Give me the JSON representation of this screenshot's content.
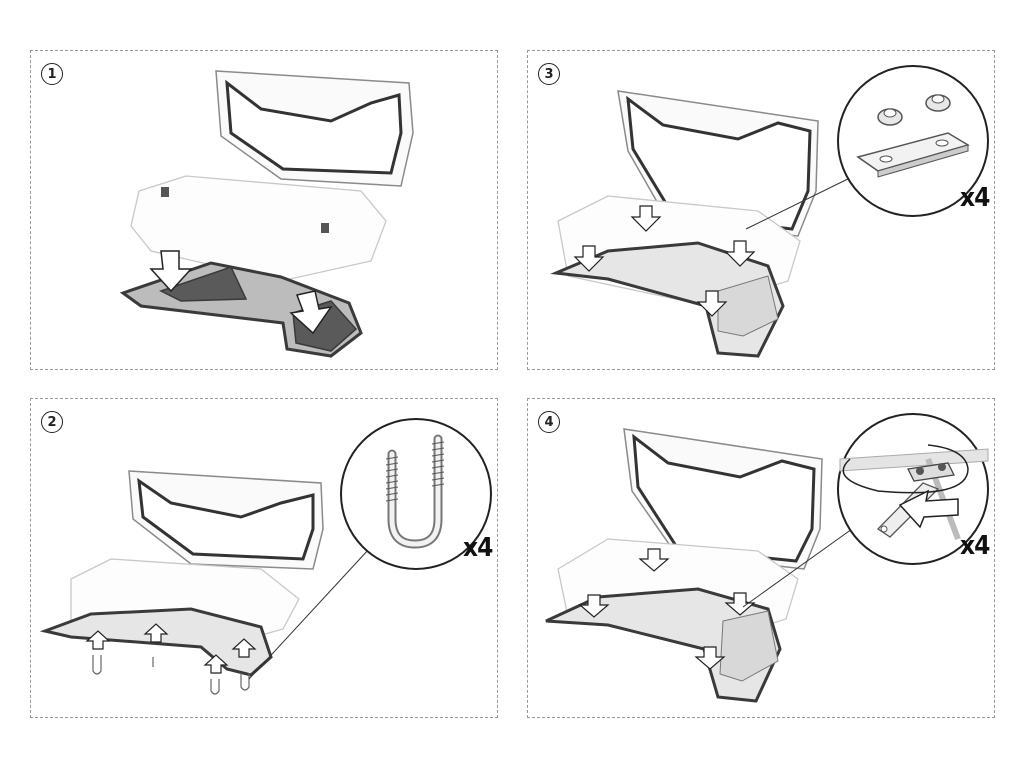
{
  "steps": [
    {
      "label": "1"
    },
    {
      "label": "2"
    },
    {
      "label": "3"
    },
    {
      "label": "4"
    }
  ],
  "details": {
    "ubolt_qty": "x4",
    "plate_nut_qty": "x4",
    "rotate_qty": "x4"
  },
  "colors": {
    "frame_dark": "#3a3a3a",
    "outline": "#8a8a8a",
    "faded": "#cfcfcf",
    "border": "#9a9a9a"
  }
}
